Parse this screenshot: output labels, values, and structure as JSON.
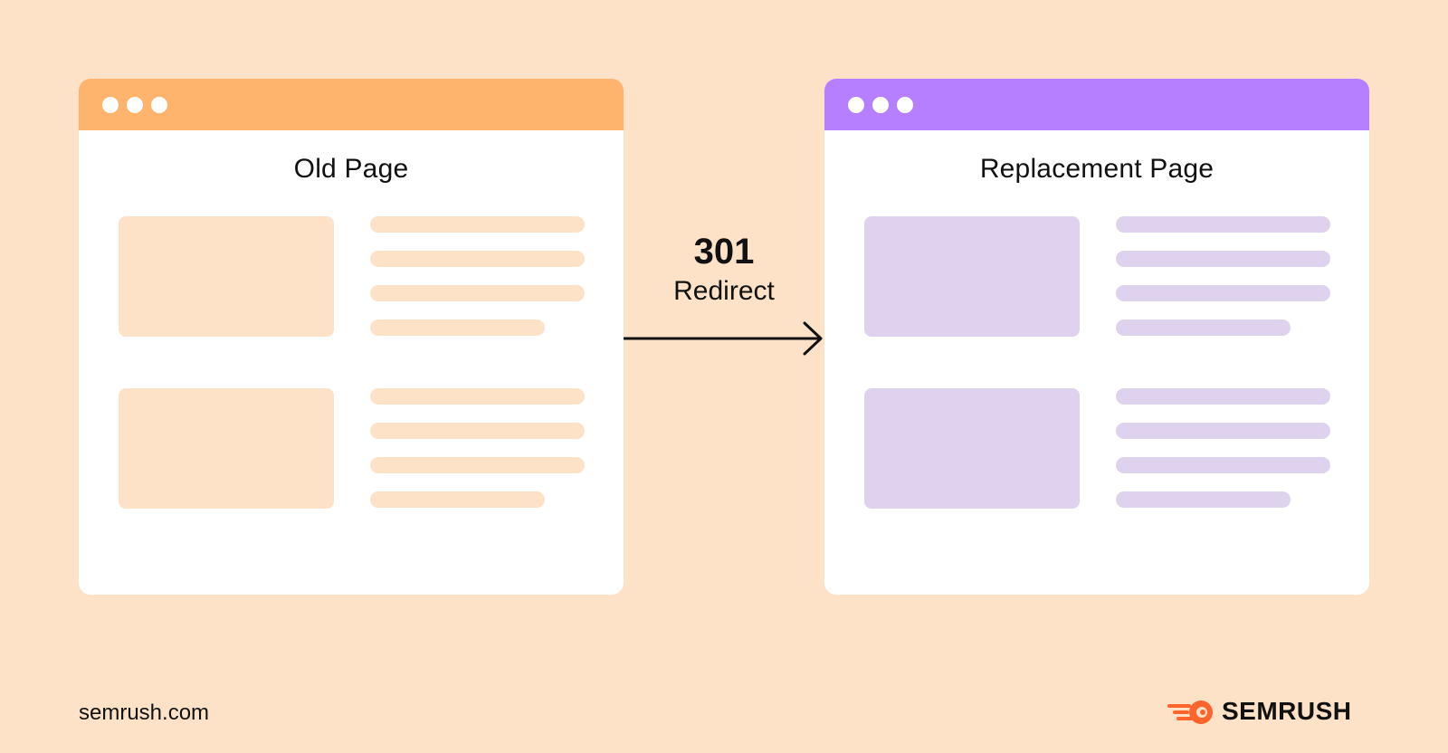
{
  "old_page": {
    "title": "Old Page",
    "accent_color": "#FFB46E",
    "placeholder_color": "#FDE2C8"
  },
  "replacement_page": {
    "title": "Replacement Page",
    "accent_color": "#B57FFF",
    "placeholder_color": "#DFD2EE"
  },
  "redirect": {
    "code": "301",
    "label": "Redirect",
    "icon": "arrow-right-icon"
  },
  "footer": {
    "url": "semrush.com",
    "brand_name": "SEMRUSH",
    "brand_icon": "semrush-logo-icon",
    "brand_color": "#FF642D"
  },
  "background_color": "#FDE2C8"
}
